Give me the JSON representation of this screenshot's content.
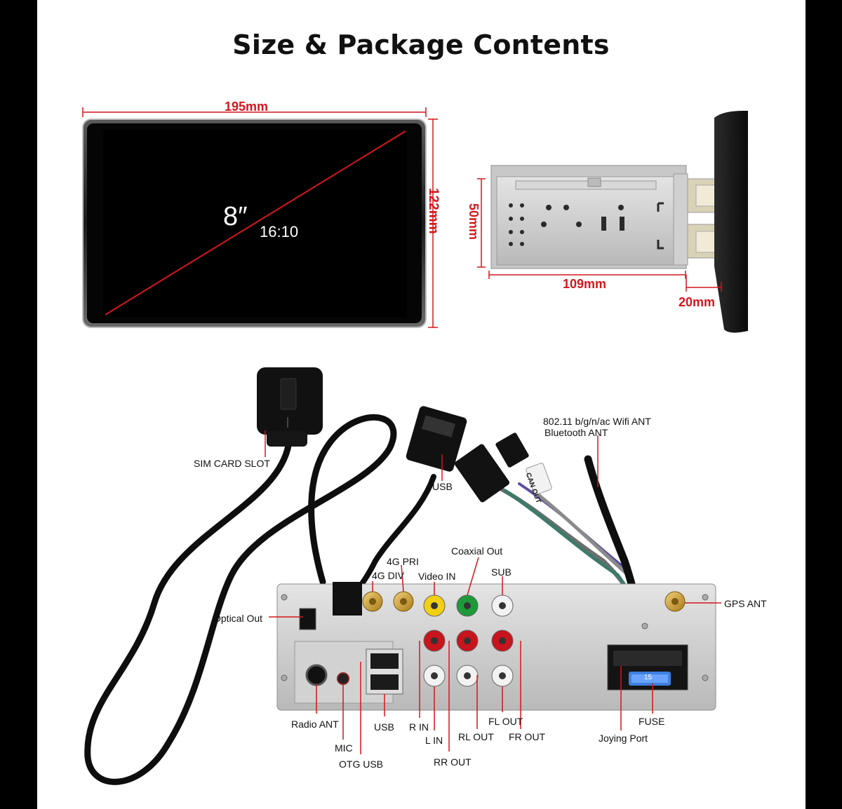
{
  "title": "Size & Package Contents",
  "dimensions": {
    "width": "195mm",
    "height": "122mm",
    "diagonal": "8″",
    "ratio": "16:10",
    "depth": "109mm",
    "chassis_height": "50mm",
    "panel_thickness": "20mm"
  },
  "callouts": {
    "sim_card_slot": "SIM CARD SLOT",
    "usb_cable": "USB",
    "wifi_ant": "802.11 b/g/n/ac Wifi ANT",
    "bluetooth_ant": "Bluetooth ANT",
    "coaxial_out": "Coaxial Out",
    "g4_pri": "4G PRI",
    "g4_div": "4G DIV",
    "video_in": "Video IN",
    "sub": "SUB",
    "gps_ant": "GPS ANT",
    "optical_out": "Optical Out",
    "radio_ant": "Radio ANT",
    "mic": "MIC",
    "usb_port": "USB",
    "otg_usb": "OTG USB",
    "r_in": "R IN",
    "l_in": "L IN",
    "rr_out": "RR OUT",
    "rl_out": "RL OUT",
    "fl_out": "FL OUT",
    "fr_out": "FR OUT",
    "fuse": "FUSE",
    "joying_port": "Joying Port"
  },
  "device_markings": {
    "can_out_tag": "CAN OUT",
    "fuse_rating": "15"
  },
  "colors": {
    "accent_red": "#d3171b",
    "rca_yellow": "#f2cf12",
    "rca_green": "#1e9a3a",
    "rca_red": "#c8141c",
    "rca_white": "#f2f2f2",
    "fuse_blue": "#3e7fe0",
    "gold": "#c9a030"
  }
}
